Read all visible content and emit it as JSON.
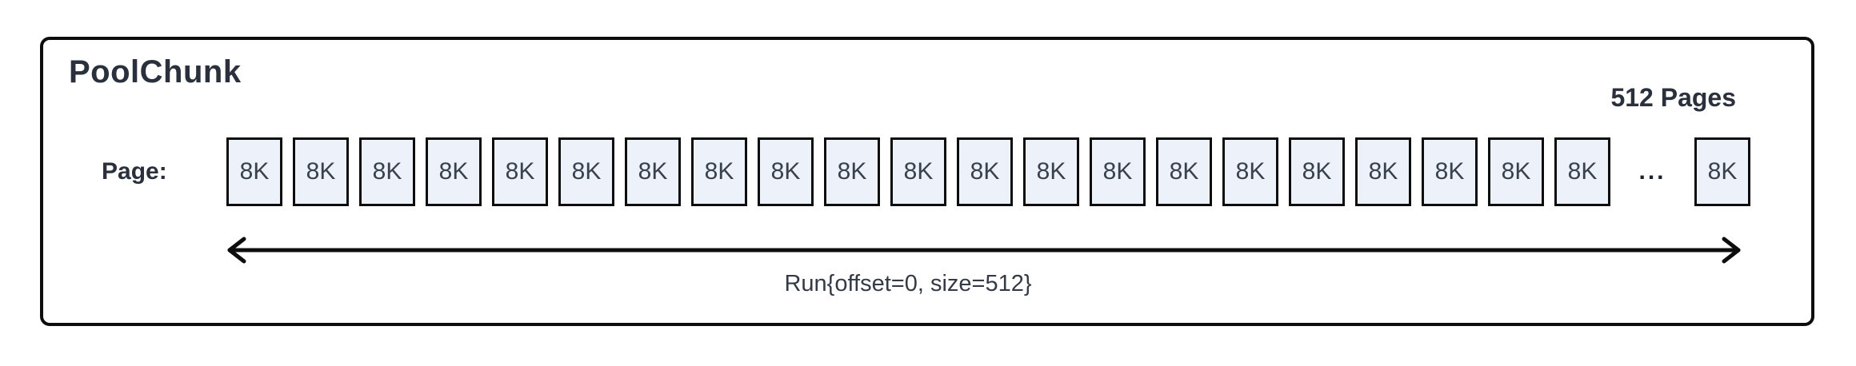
{
  "diagram": {
    "title": "PoolChunk",
    "pages_count_label": "512 Pages",
    "row_label": "Page:",
    "page_size_label": "8K",
    "visible_pages_before_ellipsis": 21,
    "visible_pages_after_ellipsis": 1,
    "ellipsis": "...",
    "run_label": "Run{offset=0, size=512}",
    "colors": {
      "outline": "#0d0d0d",
      "page_fill": "#edf1fa",
      "text": "#2b313c"
    }
  }
}
